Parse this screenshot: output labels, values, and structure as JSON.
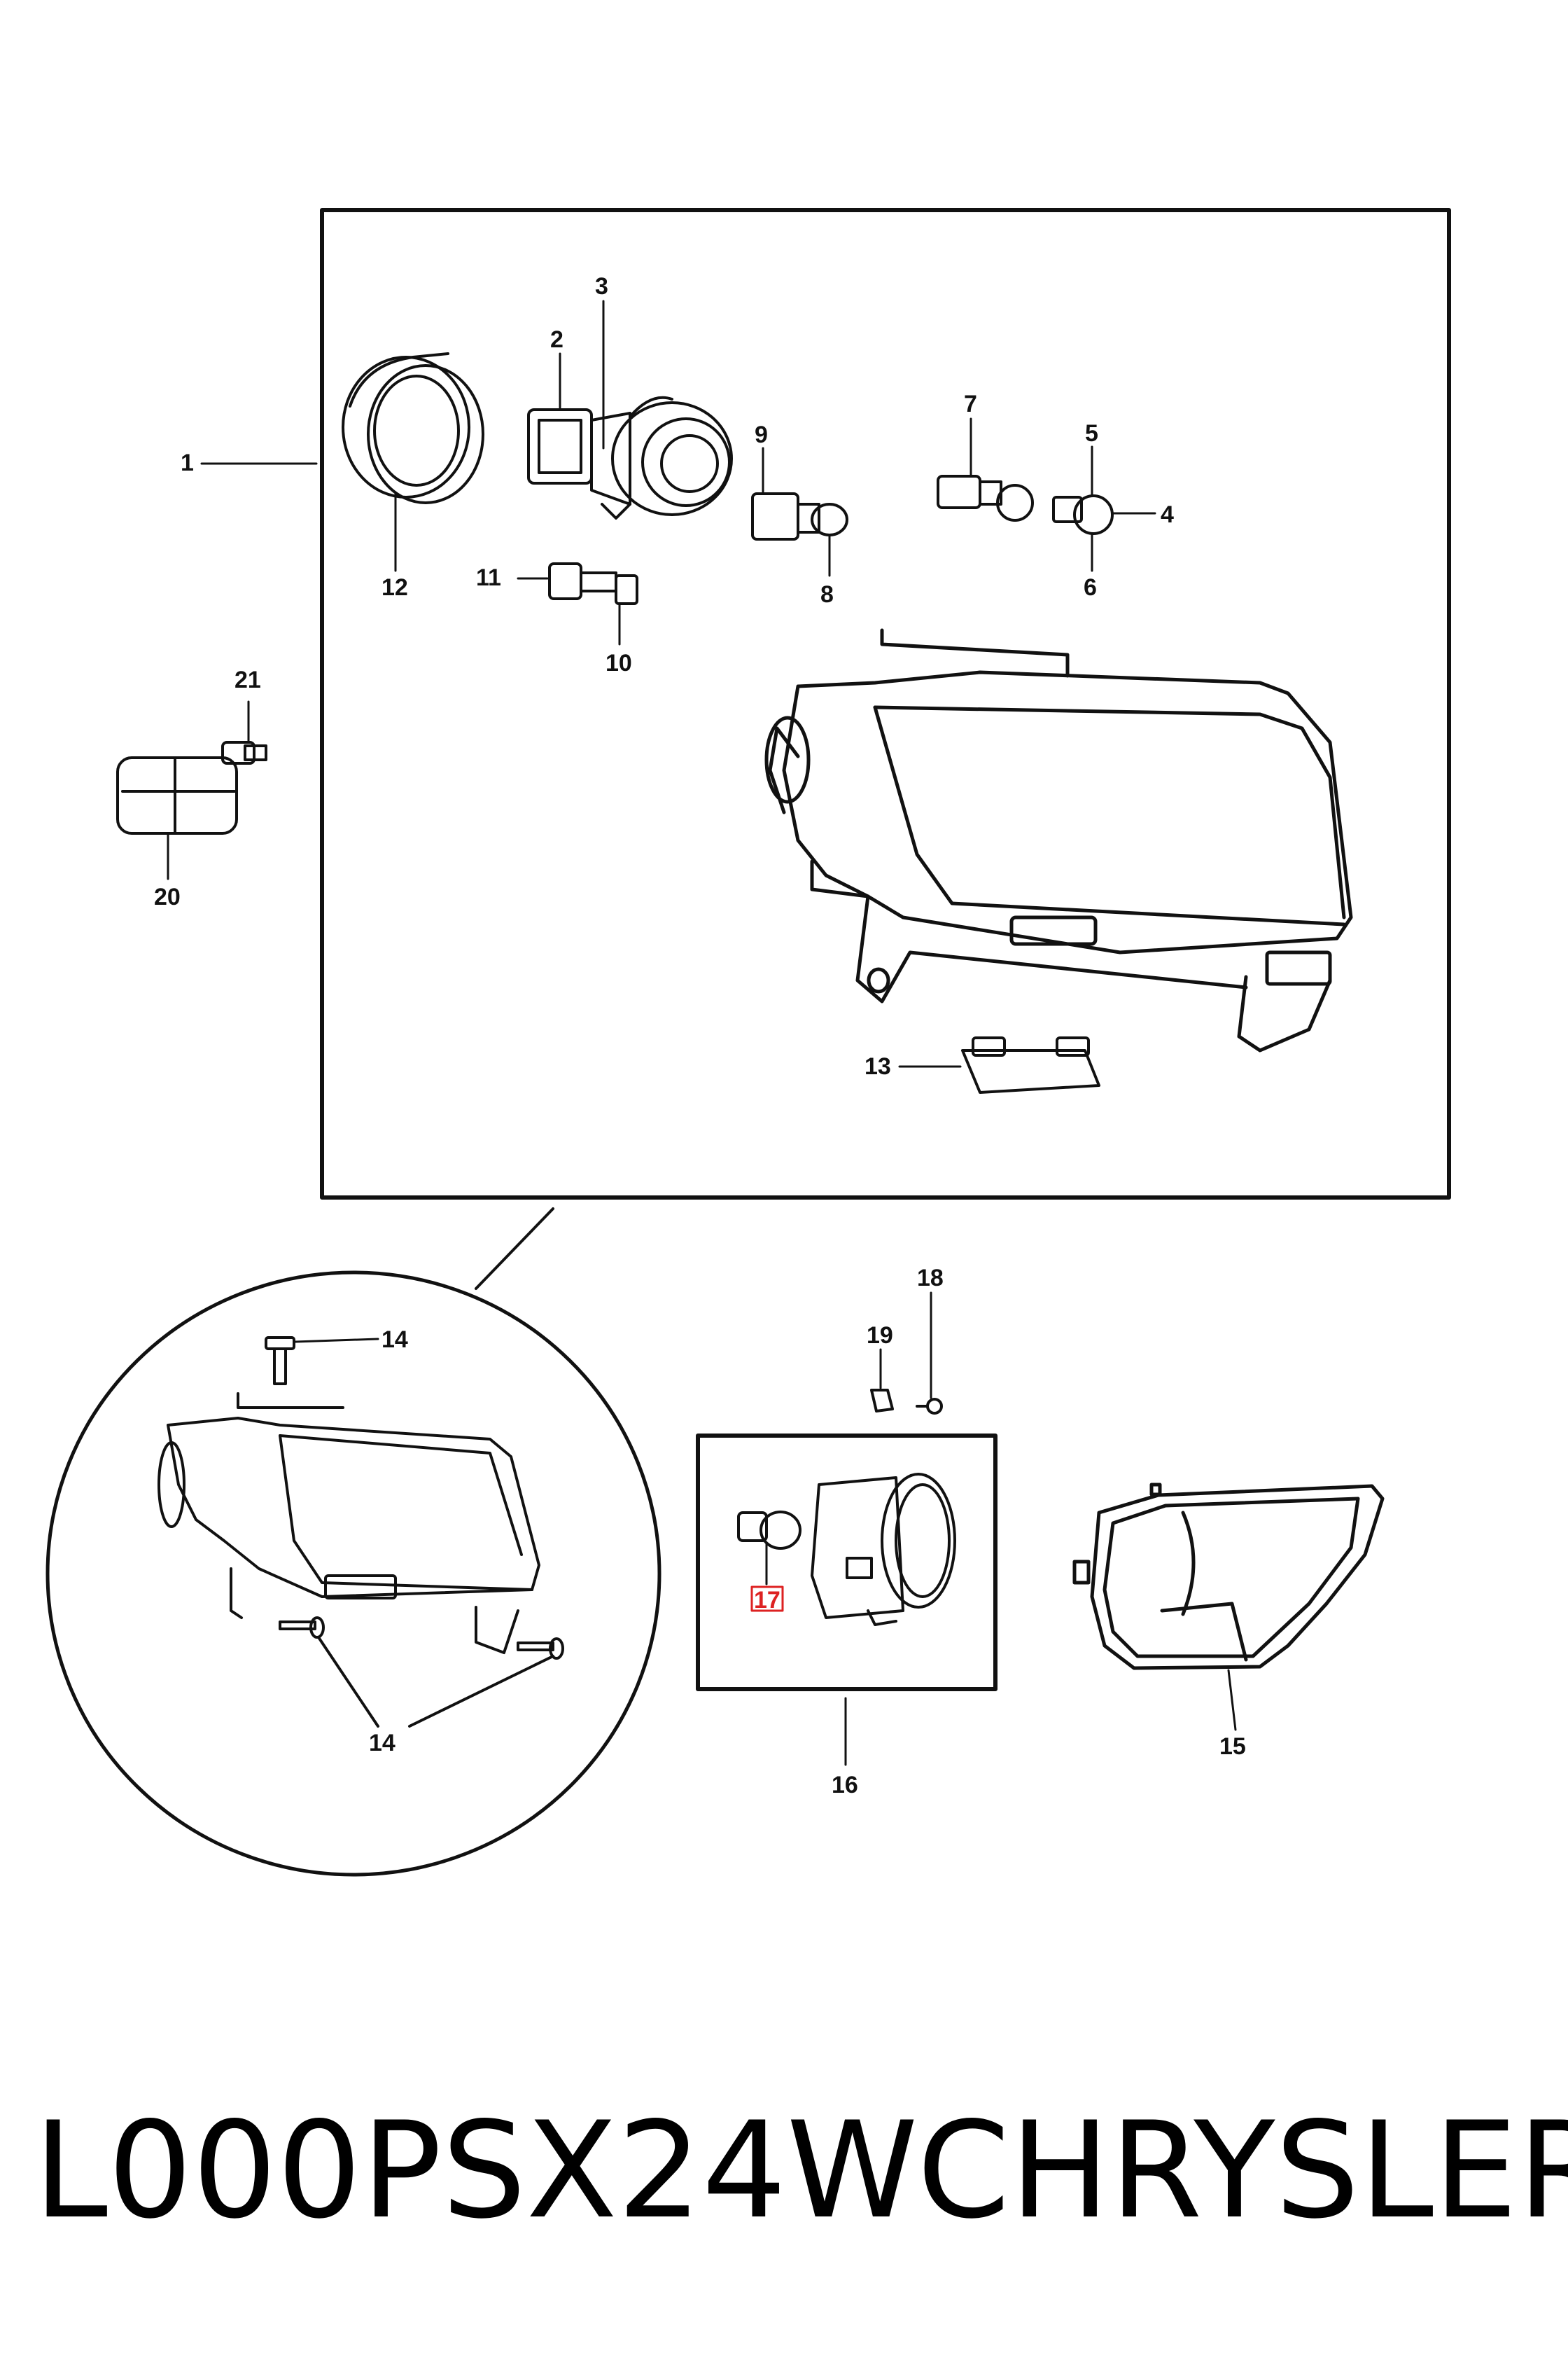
{
  "callouts": {
    "c1": "1",
    "c2": "2",
    "c3": "3",
    "c4": "4",
    "c5": "5",
    "c6": "6",
    "c7": "7",
    "c8": "8",
    "c9": "9",
    "c10": "10",
    "c11": "11",
    "c12": "12",
    "c13": "13",
    "c14a": "14",
    "c14b": "14",
    "c15": "15",
    "c16": "16",
    "c17": "17",
    "c18": "18",
    "c19": "19",
    "c20": "20",
    "c21": "21"
  },
  "footer": {
    "part_number": "L000PSX24W",
    "brand": "CHRYSLER"
  },
  "highlight_color": "#dd2222"
}
